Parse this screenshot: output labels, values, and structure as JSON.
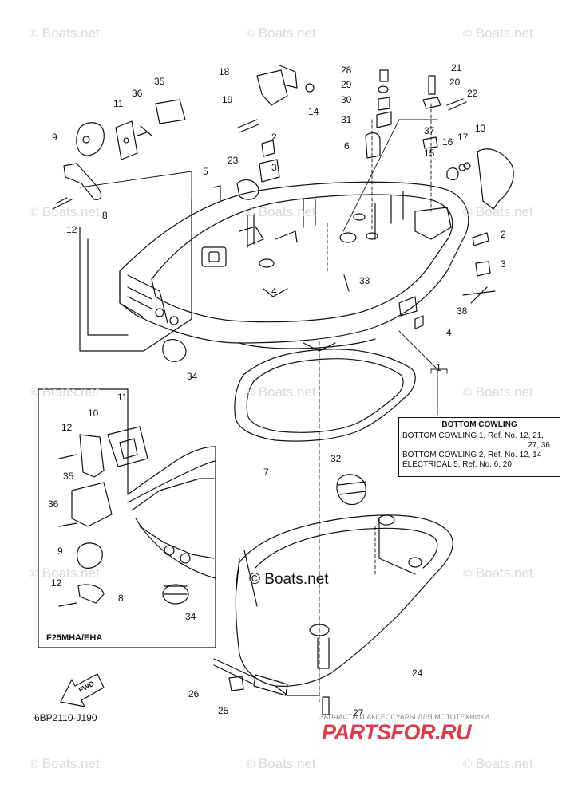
{
  "watermark": "Boats.net",
  "watermark_symbol": "©",
  "copyright_label": "© Boats.net",
  "catalog_number": "6BP2110-J190",
  "inset_label": "F25MHA/EHA",
  "fwd_label": "FWD",
  "legend": {
    "title": "BOTTOM COWLING",
    "rows": [
      "BOTTOM COWLING 1, Ref. No. 12, 21,",
      "27, 36",
      "BOTTOM COWLING 2, Ref. No. 12, 14",
      "ELECTRICAL 5, Ref. No. 6, 20"
    ]
  },
  "callouts": [
    "1",
    "2",
    "3",
    "4",
    "5",
    "6",
    "7",
    "8",
    "9",
    "11",
    "12",
    "13",
    "14",
    "15",
    "16",
    "17",
    "18",
    "19",
    "20",
    "21",
    "22",
    "23",
    "24",
    "25",
    "26",
    "27",
    "28",
    "29",
    "30",
    "31",
    "32",
    "33",
    "34",
    "35",
    "36",
    "37",
    "38",
    "10"
  ],
  "partsfor": {
    "tagline": "ЗАПЧАСТИ И АКСЕССУАРЫ ДЛЯ МОТОТЕХНИКИ",
    "brand": "PARTSFOR.RU"
  },
  "colors": {
    "line": "#111111",
    "watermark": "#d9d9d9",
    "brand_red": "#e0394a"
  }
}
